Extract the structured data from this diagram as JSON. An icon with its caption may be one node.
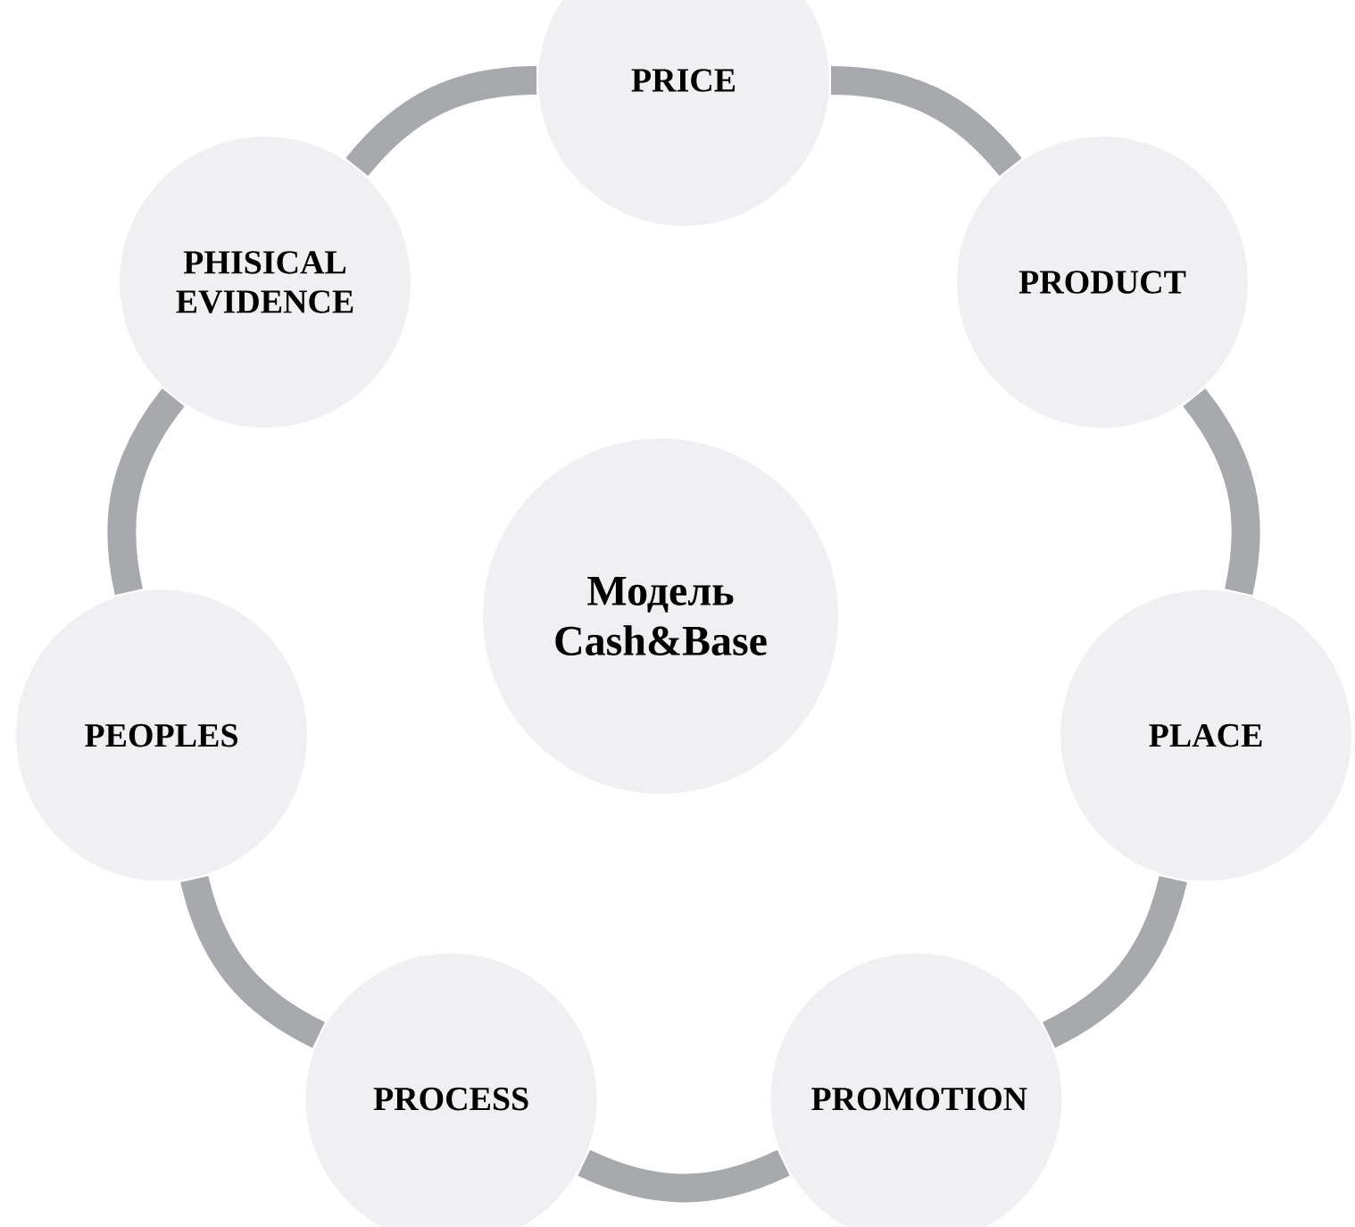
{
  "diagram": {
    "nodes": [
      {
        "text": [
          "Модель Cash&Base"
        ]
      },
      {
        "text": [
          "PRICE"
        ]
      },
      {
        "text": [
          "PRODUCT"
        ]
      },
      {
        "text": [
          "PLACE"
        ]
      },
      {
        "text": [
          "PROMOTION"
        ]
      },
      {
        "text": [
          "PROCESS"
        ]
      },
      {
        "text": [
          "PEOPLES"
        ]
      },
      {
        "text": [
          "PHISICAL EVIDENCE"
        ]
      }
    ],
    "edges": [
      {
        "from": 1,
        "to": 2,
        "arrow": "none"
      },
      {
        "from": 2,
        "to": 3,
        "arrow": "none"
      },
      {
        "from": 3,
        "to": 4,
        "arrow": "none"
      },
      {
        "from": 4,
        "to": 5,
        "arrow": "none"
      },
      {
        "from": 5,
        "to": 6,
        "arrow": "none"
      },
      {
        "from": 6,
        "to": 7,
        "arrow": "none"
      },
      {
        "from": 7,
        "to": 1,
        "arrow": "none"
      }
    ]
  }
}
